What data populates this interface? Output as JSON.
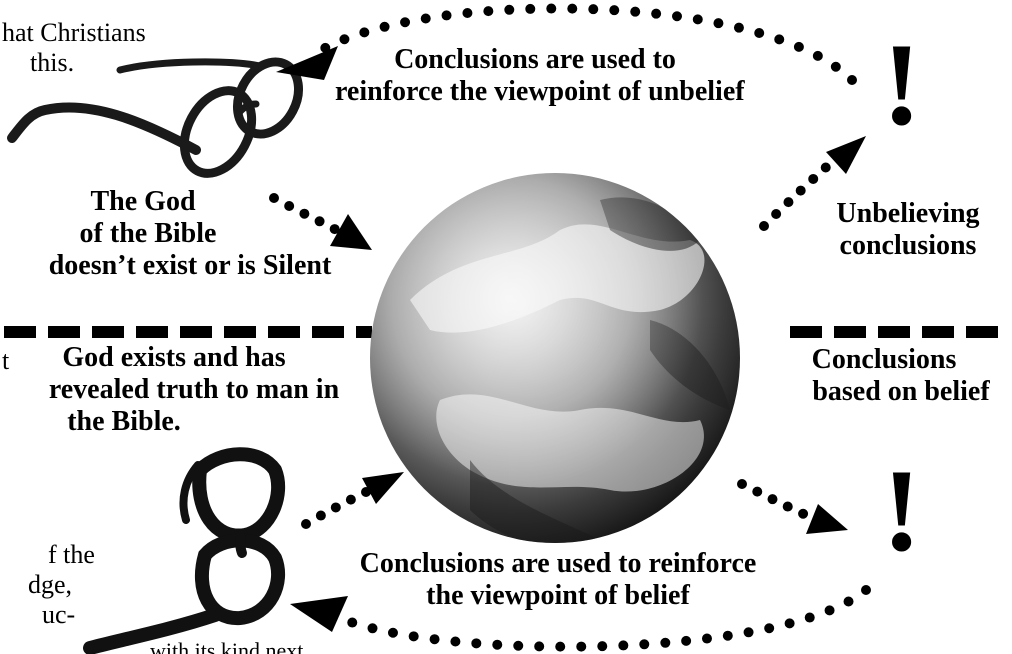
{
  "top": {
    "feedback_label_line1": "Conclusions are used to",
    "feedback_label_line2": "reinforce the viewpoint of unbelief",
    "presupposition_line1": "The God",
    "presupposition_line2": "of the Bible",
    "presupposition_line3": "doesn’t exist or is Silent",
    "conclusion_line1": "Unbelieving",
    "conclusion_line2": "conclusions",
    "exclamation": "!"
  },
  "bottom": {
    "presupposition_line1": "God exists and has",
    "presupposition_line2": "revealed truth to man in",
    "presupposition_line3": "the Bible.",
    "conclusion_line1": "Conclusions",
    "conclusion_line2": "based on belief",
    "feedback_label_line1": "Conclusions are used to reinforce",
    "feedback_label_line2": "the viewpoint of belief",
    "exclamation": "!"
  },
  "cropped_text": {
    "top_left_line1": "hat Christians",
    "top_left_line2": "this.",
    "left_mid_char": "t",
    "bottom_left_line1": "f the",
    "bottom_left_line2": "dge,",
    "bottom_left_line3": "uc-",
    "bottom_left_line4": "with its kind next"
  },
  "icons": {
    "top_glasses": "eyeglasses-round-icon",
    "bottom_glasses": "eyeglasses-dark-frame-icon",
    "center_globe": "earth-globe-icon"
  }
}
